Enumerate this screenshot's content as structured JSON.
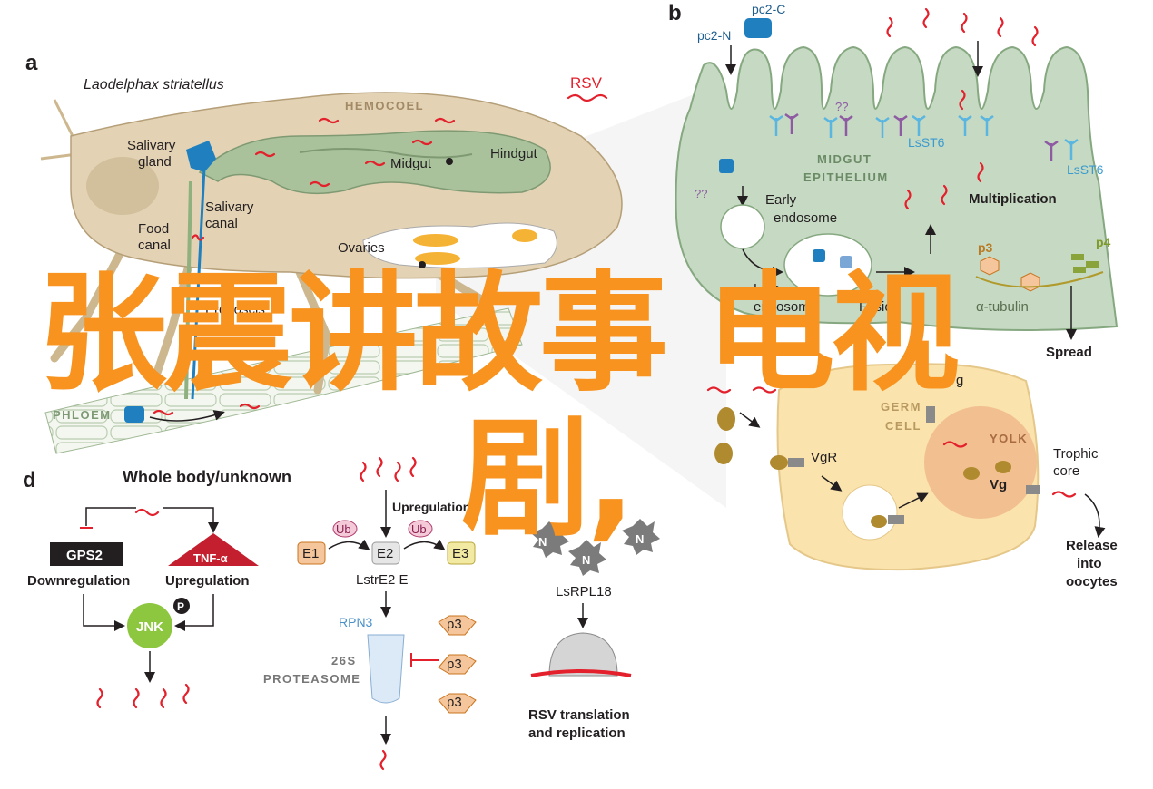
{
  "panels": {
    "a": {
      "letter": "a",
      "species": "Laodelphax striatellus",
      "virus": "RSV",
      "hemocoel": "HEMOCOEL",
      "salivary_gland": [
        "Salivary",
        "gland"
      ],
      "salivary_canal": [
        "Salivary",
        "canal"
      ],
      "food_canal": [
        "Food",
        "canal"
      ],
      "proboscis": "Proboscis",
      "midgut": "Midgut",
      "hindgut": "Hindgut",
      "ovaries": "Ovaries",
      "phloem": "PHLOEM"
    },
    "b": {
      "letter": "b",
      "pc2c": "pc2-C",
      "pc2n": "pc2-N",
      "qq1": "??",
      "qq2": "??",
      "lsst6_1": "LsST6",
      "lsst6_2": "LsST6",
      "midgut_epithelium": [
        "MIDGUT",
        "EPITHELIUM"
      ],
      "early_endosome": [
        "Early",
        "endosome"
      ],
      "late_endosome": [
        "Late",
        "endosome"
      ],
      "fusion": "Fusion",
      "multiplication": "Multiplication",
      "p3": "p3",
      "p4": "p4",
      "tubulin": "α-tubulin",
      "spread": "Spread"
    },
    "c": {
      "germ_cell": [
        "GERM",
        "CELL"
      ],
      "vg_top": "Vg",
      "vgr": "VgR",
      "yolk": "YOLK",
      "vg_inner": "Vg",
      "trophic_core": [
        "Trophic",
        "core"
      ],
      "release": [
        "Release",
        "into",
        "oocytes"
      ]
    },
    "d": {
      "letter": "d",
      "title": "Whole body/unknown",
      "gps2": "GPS2",
      "tnf": "TNF-α",
      "downregulation": "Downregulation",
      "upregulation_left": "Upregulation",
      "jnk": "JNK",
      "p_badge": "P",
      "upregulation_mid": "Upregulation",
      "ub1": "Ub",
      "ub2": "Ub",
      "e1": "E1",
      "e2": "E2",
      "e3": "E3",
      "lstre2e": "LstrE2 E",
      "rpn3": "RPN3",
      "proteasome": [
        "26S",
        "PROTEASOME"
      ],
      "p3a": "p3",
      "p3b": "p3",
      "p3c": "p3",
      "n1": "N",
      "n2": "N",
      "n3": "N",
      "lsrpl18": "LsRPL18",
      "rsv_translation": [
        "RSV translation",
        "and replication"
      ]
    }
  },
  "overlay": {
    "line1": "张震讲故事 电视",
    "line2": "剧,"
  },
  "colors": {
    "virus_red": "#e3202b",
    "insect_tan": "#e3d2b4",
    "gut_green": "#a9c29c",
    "cell_green": "#c6d9c3",
    "germ_yellow": "#fbe3ad",
    "yolk_peach": "#f0b98b",
    "receptor_blue": "#1f7fbf",
    "overlay_orange": "#f7931e"
  }
}
